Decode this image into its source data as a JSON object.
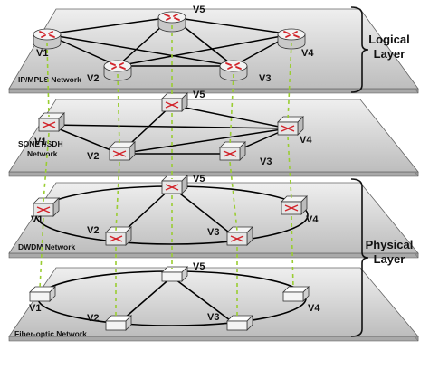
{
  "layers": [
    {
      "id": "ipmpls",
      "label": "IP/MPLS Network",
      "device": "router",
      "nodes": [
        {
          "id": "V1",
          "label": "V1"
        },
        {
          "id": "V2",
          "label": "V2"
        },
        {
          "id": "V3",
          "label": "V3"
        },
        {
          "id": "V4",
          "label": "V4"
        },
        {
          "id": "V5",
          "label": "V5"
        }
      ],
      "links": [
        [
          "V1",
          "V5"
        ],
        [
          "V1",
          "V2"
        ],
        [
          "V1",
          "V3"
        ],
        [
          "V2",
          "V5"
        ],
        [
          "V2",
          "V3"
        ],
        [
          "V2",
          "V4"
        ],
        [
          "V3",
          "V5"
        ],
        [
          "V3",
          "V4"
        ],
        [
          "V4",
          "V5"
        ]
      ]
    },
    {
      "id": "sonet",
      "label": "SONET/SDH Network",
      "label_lines": [
        "SONET/SDH",
        "Network"
      ],
      "device": "switch",
      "nodes": [
        {
          "id": "V1",
          "label": "V1"
        },
        {
          "id": "V2",
          "label": "V2"
        },
        {
          "id": "V3",
          "label": "V3"
        },
        {
          "id": "V4",
          "label": "V4"
        },
        {
          "id": "V5",
          "label": "V5"
        }
      ],
      "links": [
        [
          "V1",
          "V2"
        ],
        [
          "V1",
          "V4"
        ],
        [
          "V2",
          "V5"
        ],
        [
          "V2",
          "V3"
        ],
        [
          "V2",
          "V4"
        ],
        [
          "V3",
          "V4"
        ],
        [
          "V4",
          "V5"
        ]
      ]
    },
    {
      "id": "dwdm",
      "label": "DWDM Network",
      "device": "switch",
      "nodes": [
        {
          "id": "V1",
          "label": "V1"
        },
        {
          "id": "V2",
          "label": "V2"
        },
        {
          "id": "V3",
          "label": "V3"
        },
        {
          "id": "V4",
          "label": "V4"
        },
        {
          "id": "V5",
          "label": "V5"
        }
      ],
      "links": [
        [
          "V2",
          "V5"
        ],
        [
          "V5",
          "V3"
        ]
      ],
      "ring": true
    },
    {
      "id": "fiber",
      "label": "Fiber-optic Network",
      "device": "box",
      "nodes": [
        {
          "id": "V1",
          "label": "V1"
        },
        {
          "id": "V2",
          "label": "V2"
        },
        {
          "id": "V3",
          "label": "V3"
        },
        {
          "id": "V4",
          "label": "V4"
        },
        {
          "id": "V5",
          "label": "V5"
        }
      ],
      "links": [
        [
          "V2",
          "V5"
        ],
        [
          "V5",
          "V3"
        ]
      ],
      "ring": true
    }
  ],
  "groups": [
    {
      "id": "logical",
      "label_lines": [
        "Logical",
        "Layer"
      ],
      "layers": [
        "ipmpls"
      ]
    },
    {
      "id": "physical",
      "label_lines": [
        "Physical",
        "Layer"
      ],
      "layers": [
        "sonet",
        "dwdm",
        "fiber"
      ]
    }
  ],
  "colors": {
    "plane_top": "#efefef",
    "plane_bottom": "#bdbdbd",
    "plane_side": "#a9a9a9",
    "link": "#000000",
    "vertical_dash": "#9acd32",
    "router_top": "#f3f3f3",
    "router_side": "#c9c9c9",
    "router_arrow": "#d2232a",
    "device_front": "#e6e6e6"
  }
}
